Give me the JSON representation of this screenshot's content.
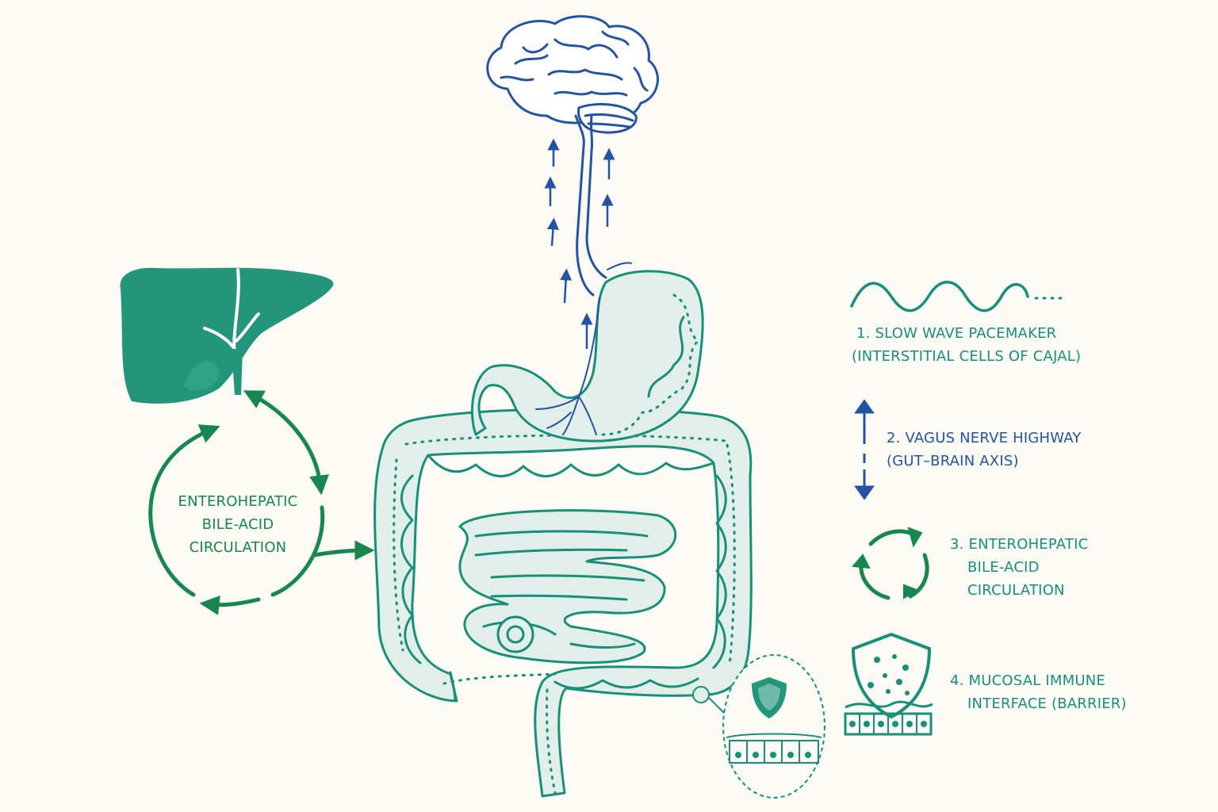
{
  "colors": {
    "teal": "#17907a",
    "teal_fill": "#e2eee9",
    "nerve_blue": "#2553a4",
    "green": "#17874f",
    "liver_green": "#23957a",
    "background": "#fbfaf4"
  },
  "cycle_label": {
    "line1": "ENTEROHEPATIC",
    "line2": "BILE-ACID",
    "line3": "CIRCULATION"
  },
  "legend": [
    {
      "icon": "wave-icon",
      "line1": "1. SLOW WAVE PACEMAKER",
      "line2": "(INTERSTITIAL CELLS OF CAJAL)"
    },
    {
      "icon": "double-arrow-icon",
      "line1": "2. VAGUS NERVE HIGHWAY",
      "line2": "(GUT–BRAIN AXIS)"
    },
    {
      "icon": "recycle-arrows-icon",
      "line1": "3. ENTEROHEPATIC",
      "line2": "BILE-ACID",
      "line3": "CIRCULATION"
    },
    {
      "icon": "shield-barrier-icon",
      "line1": "4. MUCOSAL IMMUNE",
      "line2": "INTERFACE (BARRIER)"
    }
  ]
}
